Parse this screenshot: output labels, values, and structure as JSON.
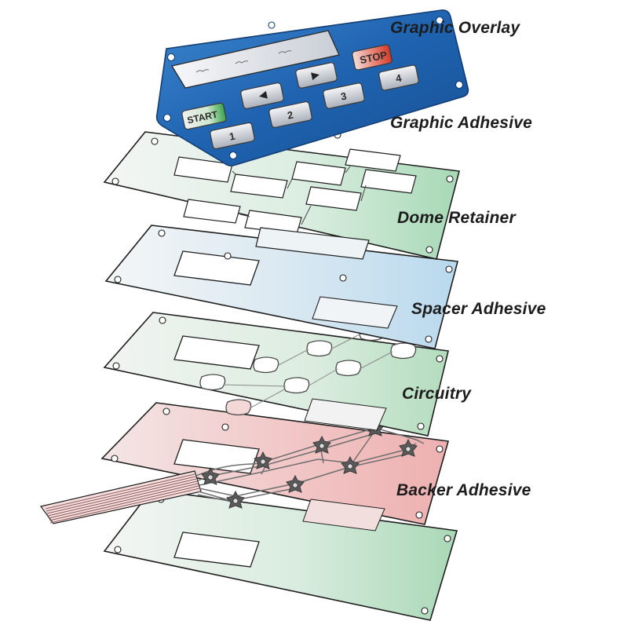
{
  "layers": [
    {
      "label": "Graphic Overlay"
    },
    {
      "label": "Graphic Adhesive"
    },
    {
      "label": "Dome Retainer"
    },
    {
      "label": "Spacer Adhesive"
    },
    {
      "label": "Circuitry"
    },
    {
      "label": "Backer Adhesive"
    }
  ],
  "keys": {
    "start": "START",
    "stop": "STOP",
    "one": "1",
    "two": "2",
    "three": "3",
    "four": "4",
    "left_arrow": "left-arrow-icon",
    "right_arrow": "right-arrow-icon"
  },
  "colors": {
    "overlay_blue": "#1f63b0",
    "adhesive_green": "#a7d9b6",
    "retainer_blue": "#b9d9ee",
    "circuit_pink": "#eeb0b0",
    "start_green": "#3aa24a",
    "stop_red": "#d23a2a"
  }
}
